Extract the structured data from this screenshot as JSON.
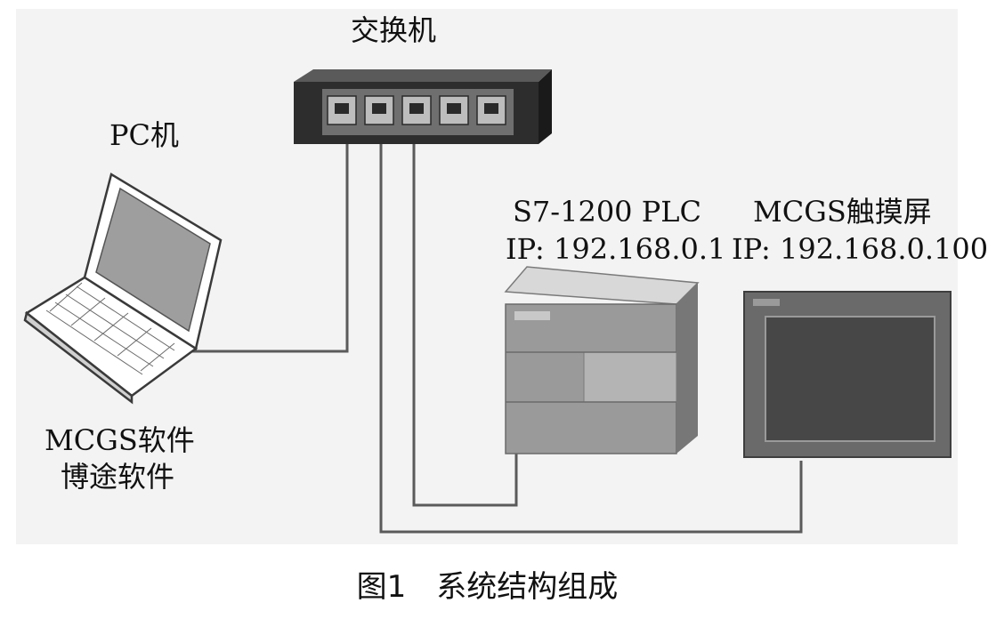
{
  "labels": {
    "switch": "交换机",
    "pc": "PC机",
    "plc_name": "S7-1200 PLC",
    "plc_ip": "IP: 192.168.0.1",
    "hmi_name": "MCGS触摸屏",
    "hmi_ip": "IP: 192.168.0.100",
    "pc_software_1": "MCGS软件",
    "pc_software_2": "博途软件"
  },
  "caption": "图1　系统结构组成",
  "colors": {
    "cable": "#555555",
    "switch_body": "#2b2b2b",
    "device_gray": "#8f8f8f",
    "screen": "#4a4a4a"
  }
}
